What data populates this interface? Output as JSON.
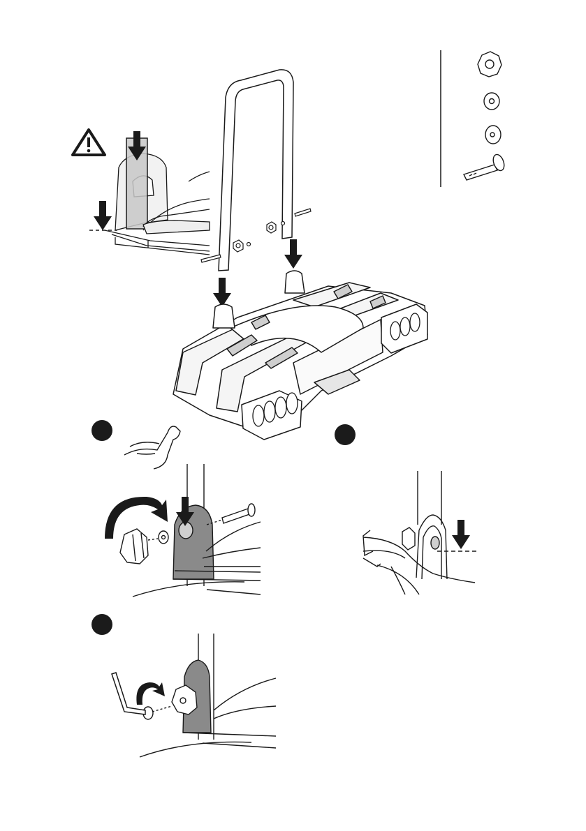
{
  "page": {
    "background": "#ffffff",
    "ink_color": "#1a1a1a",
    "shade_color": "#8a8a8a",
    "light_shade_color": "#d9d9d9"
  },
  "warning": {
    "icon": "warning-triangle-icon"
  },
  "parts_legend": {
    "items": [
      {
        "icon": "knob-nut-icon"
      },
      {
        "icon": "washer-icon"
      },
      {
        "icon": "spacer-icon"
      },
      {
        "icon": "bolt-icon"
      }
    ]
  },
  "steps": [
    {
      "badge_color": "#1b1b1b",
      "icon": "strong-arm-icon",
      "action": "tighten-knob"
    },
    {
      "badge_color": "#1b1b1b",
      "action": "check-insertion-depth"
    },
    {
      "badge_color": "#1b1b1b",
      "icon": "hex-key-icon",
      "action": "secure-with-hex-key"
    }
  ]
}
